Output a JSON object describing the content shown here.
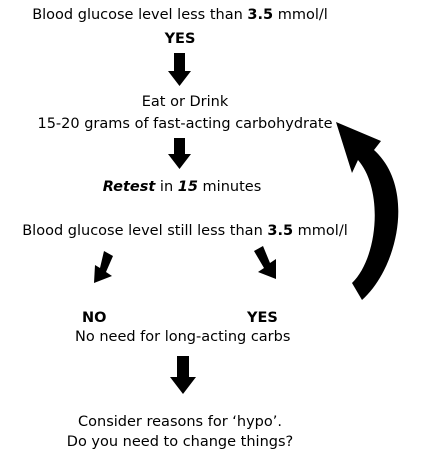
{
  "flow": {
    "step1": {
      "pre": "Blood glucose level less than ",
      "value": "3.5",
      "post": " mmol/l"
    },
    "step1_answer": "YES",
    "step2_line1": "Eat or Drink",
    "step2_line2": "15-20 grams of fast-acting carbohydrate",
    "step3": {
      "retest": "Retest",
      "mid": " in ",
      "value": "15",
      "post": " minutes"
    },
    "step4": {
      "pre": "Blood glucose level still less than ",
      "value": "3.5",
      "post": " mmol/l"
    },
    "branch_no": "NO",
    "branch_yes": "YES",
    "no_note": "No need for long-acting carbs",
    "final_line1": "Consider reasons for ‘hypo’.",
    "final_line2": "Do you need to change things?"
  },
  "colors": {
    "text": "#000000",
    "arrows": "#000000",
    "background": "#ffffff"
  },
  "icons": [
    "down-arrow-icon",
    "diagonal-arrow-icon",
    "loop-back-arrow-icon"
  ]
}
